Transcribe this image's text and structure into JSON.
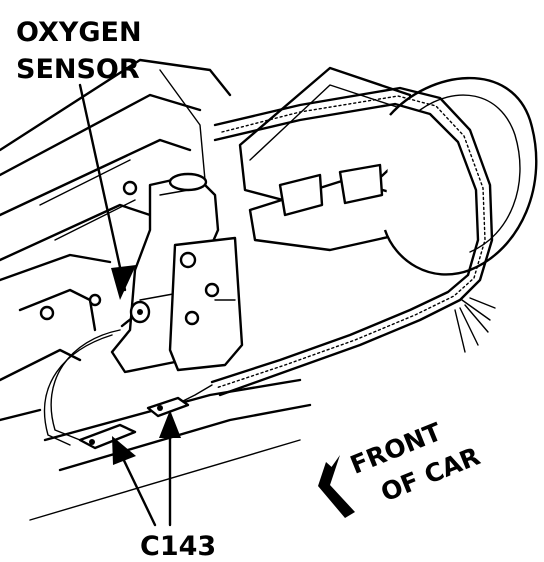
{
  "labels": {
    "oxygen_sensor_line1": "OXYGEN",
    "oxygen_sensor_line2": "SENSOR",
    "connector": "C143",
    "front_line1": "FRONT",
    "front_line2": "OF CAR"
  }
}
